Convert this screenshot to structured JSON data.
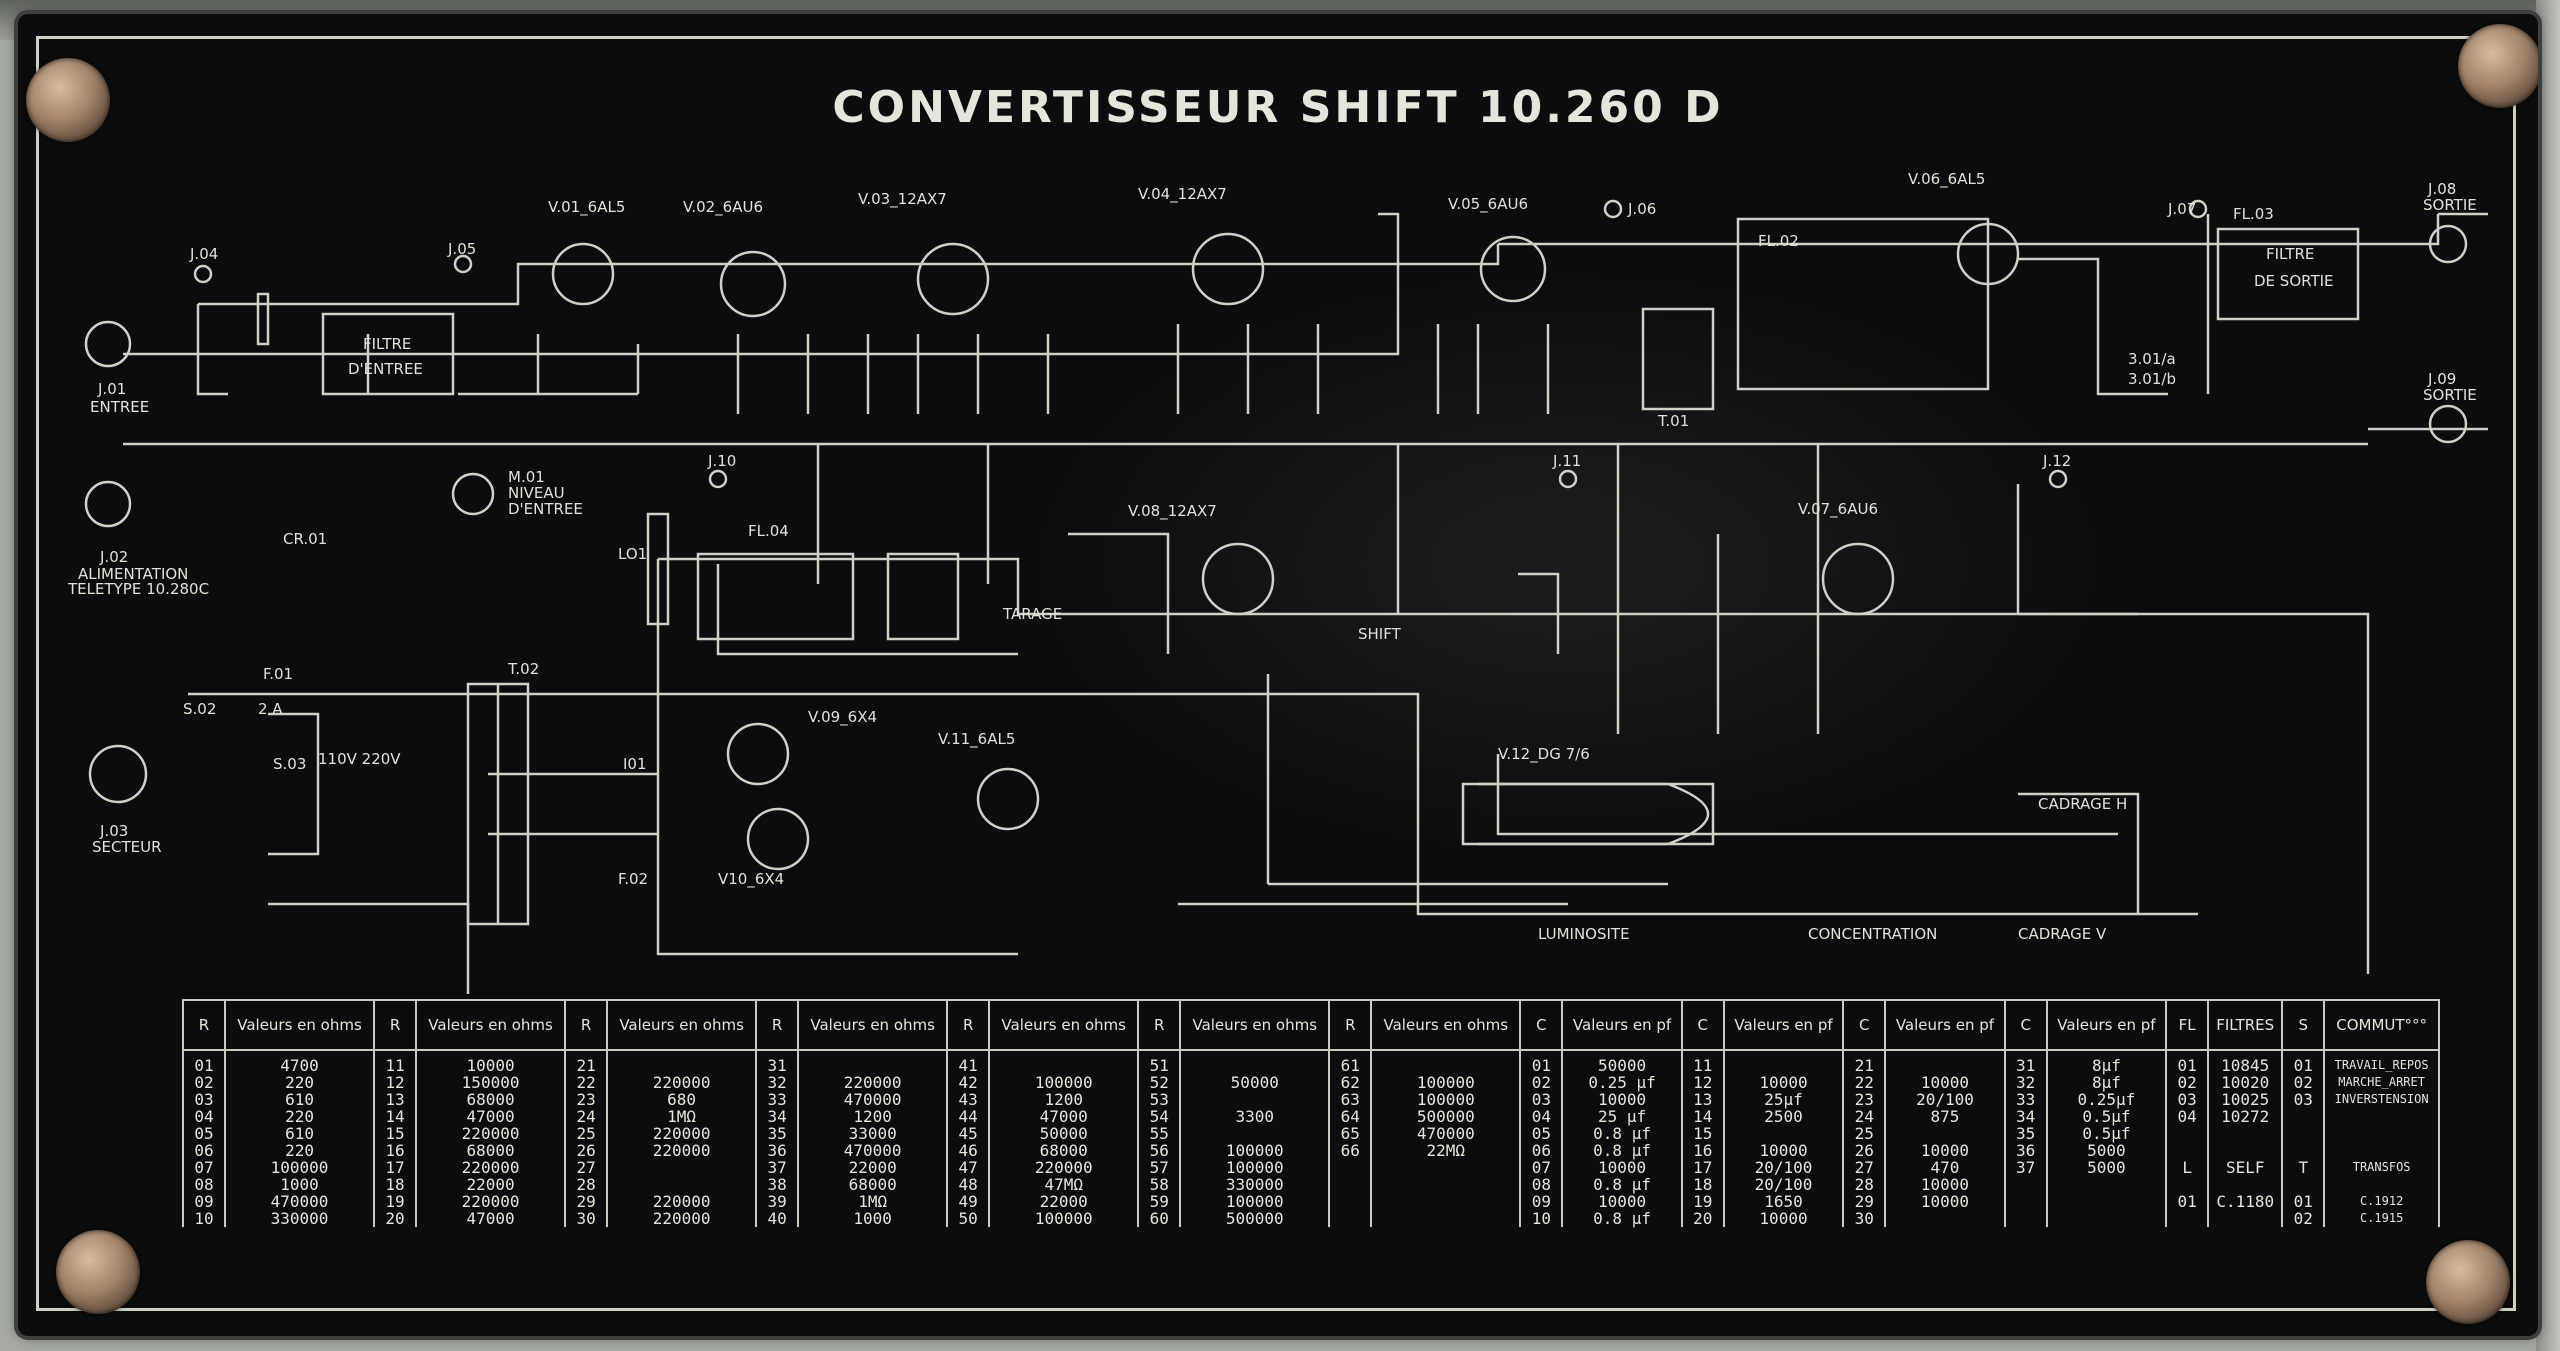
{
  "title": "CONVERTISSEUR SHIFT 10.260 D",
  "components": {
    "j01": "J.01",
    "j01_sub": "ENTREE",
    "j02": "J.02",
    "j02_sub1": "ALIMENTATION",
    "j02_sub2": "TELETYPE 10.280C",
    "j03": "J.03",
    "j03_sub": "SECTEUR",
    "j04": "J.04",
    "j05": "J.05",
    "j06": "J.06",
    "j07": "J.07",
    "j08": "J.08",
    "j08_sub": "SORTIE",
    "j09": "J.09",
    "j09_sub": "SORTIE",
    "j10": "J.10",
    "j11": "J.11",
    "j12": "J.12",
    "v01": "V.01_6AL5",
    "v02": "V.02_6AU6",
    "v03": "V.03_12AX7",
    "v04": "V.04_12AX7",
    "v05": "V.05_6AU6",
    "v06": "V.06_6AL5",
    "v07": "V.07_6AU6",
    "v08": "V.08_12AX7",
    "v09": "V.09_6X4",
    "v10": "V10_6X4",
    "v11": "V.11_6AL5",
    "v12": "V.12_DG 7/6",
    "filtre_entree_1": "FILTRE",
    "filtre_entree_2": "D'ENTREE",
    "filtre_sortie_1": "FILTRE",
    "filtre_sortie_2": "DE SORTIE",
    "fl02": "FL.02",
    "fl03": "FL.03",
    "fl04": "FL.04",
    "m01_1": "M.01",
    "m01_2": "NIVEAU",
    "m01_3": "D'ENTREE",
    "cr01": "CR.01",
    "lo1": "LO1",
    "t01": "T.01",
    "t02": "T.02",
    "f01": "F.01",
    "f01_val": "2 A",
    "f02": "F.02",
    "s02": "S.02",
    "s03": "S.03",
    "mains": "110V 220V",
    "i01": "I01",
    "tarage": "TARAGE",
    "shift": "SHIFT",
    "luminosite": "LUMINOSITE",
    "concentration": "CONCENTRATION",
    "cadrage_h": "CADRAGE H",
    "cadrage_v": "CADRAGE V",
    "s01": "3.01/a",
    "s01b": "3.01/b"
  },
  "table": {
    "headers": [
      {
        "k": "R",
        "v": "Valeurs en ohms"
      },
      {
        "k": "R",
        "v": "Valeurs en ohms"
      },
      {
        "k": "R",
        "v": "Valeurs en ohms"
      },
      {
        "k": "R",
        "v": "Valeurs en ohms"
      },
      {
        "k": "R",
        "v": "Valeurs en ohms"
      },
      {
        "k": "R",
        "v": "Valeurs en ohms"
      },
      {
        "k": "R",
        "v": "Valeurs en ohms"
      },
      {
        "k": "C",
        "v": "Valeurs en pf"
      },
      {
        "k": "C",
        "v": "Valeurs en pf"
      },
      {
        "k": "C",
        "v": "Valeurs en pf"
      },
      {
        "k": "C",
        "v": "Valeurs en pf"
      }
    ],
    "extra_headers": [
      "FL",
      "FILTRES",
      "S",
      "COMMUT°°°"
    ],
    "rows": [
      [
        [
          "01",
          "4700"
        ],
        [
          "11",
          "10000"
        ],
        [
          "21",
          ""
        ],
        [
          "31",
          ""
        ],
        [
          "41",
          ""
        ],
        [
          "51",
          ""
        ],
        [
          "61",
          ""
        ],
        [
          "01",
          "50000"
        ],
        [
          "11",
          ""
        ],
        [
          "21",
          ""
        ],
        [
          "31",
          "8µf"
        ],
        [
          "01",
          "10845",
          "01",
          "TRAVAIL_REPOS"
        ]
      ],
      [
        [
          "02",
          "220"
        ],
        [
          "12",
          "150000"
        ],
        [
          "22",
          "220000"
        ],
        [
          "32",
          "220000"
        ],
        [
          "42",
          "100000"
        ],
        [
          "52",
          "50000"
        ],
        [
          "62",
          "100000"
        ],
        [
          "02",
          "0.25 µf"
        ],
        [
          "12",
          "10000"
        ],
        [
          "22",
          "10000"
        ],
        [
          "32",
          "8µf"
        ],
        [
          "02",
          "10020",
          "02",
          "MARCHE_ARRET"
        ]
      ],
      [
        [
          "03",
          "610"
        ],
        [
          "13",
          "68000"
        ],
        [
          "23",
          "680"
        ],
        [
          "33",
          "470000"
        ],
        [
          "43",
          "1200"
        ],
        [
          "53",
          ""
        ],
        [
          "63",
          "100000"
        ],
        [
          "03",
          "10000"
        ],
        [
          "13",
          "25µf"
        ],
        [
          "23",
          "20/100"
        ],
        [
          "33",
          "0.25µf"
        ],
        [
          "03",
          "10025",
          "03",
          "INVERSTENSION"
        ]
      ],
      [
        [
          "04",
          "220"
        ],
        [
          "14",
          "47000"
        ],
        [
          "24",
          "1MΩ"
        ],
        [
          "34",
          "1200"
        ],
        [
          "44",
          "47000"
        ],
        [
          "54",
          "3300"
        ],
        [
          "64",
          "500000"
        ],
        [
          "04",
          "25 µf"
        ],
        [
          "14",
          "2500"
        ],
        [
          "24",
          "875"
        ],
        [
          "34",
          "0.5µf"
        ],
        [
          "04",
          "10272",
          "",
          ""
        ]
      ],
      [
        [
          "05",
          "610"
        ],
        [
          "15",
          "220000"
        ],
        [
          "25",
          "220000"
        ],
        [
          "35",
          "33000"
        ],
        [
          "45",
          "50000"
        ],
        [
          "55",
          ""
        ],
        [
          "65",
          "470000"
        ],
        [
          "05",
          "0.8 µf"
        ],
        [
          "15",
          ""
        ],
        [
          "25",
          ""
        ],
        [
          "35",
          "0.5µf"
        ],
        [
          "",
          "",
          "",
          ""
        ]
      ],
      [
        [
          "06",
          "220"
        ],
        [
          "16",
          "68000"
        ],
        [
          "26",
          "220000"
        ],
        [
          "36",
          "470000"
        ],
        [
          "46",
          "68000"
        ],
        [
          "56",
          "100000"
        ],
        [
          "66",
          "22MΩ"
        ],
        [
          "06",
          "0.8 µf"
        ],
        [
          "16",
          "10000"
        ],
        [
          "26",
          "10000"
        ],
        [
          "36",
          "5000"
        ],
        [
          "",
          "",
          "",
          ""
        ]
      ],
      [
        [
          "07",
          "100000"
        ],
        [
          "17",
          "220000"
        ],
        [
          "27",
          ""
        ],
        [
          "37",
          "22000"
        ],
        [
          "47",
          "220000"
        ],
        [
          "57",
          "100000"
        ],
        [
          "",
          ""
        ],
        [
          "07",
          "10000"
        ],
        [
          "17",
          "20/100"
        ],
        [
          "27",
          "470"
        ],
        [
          "37",
          "5000"
        ],
        [
          "L",
          "SELF",
          "T",
          "TRANSFOS"
        ]
      ],
      [
        [
          "08",
          "1000"
        ],
        [
          "18",
          "22000"
        ],
        [
          "28",
          ""
        ],
        [
          "38",
          "68000"
        ],
        [
          "48",
          "47MΩ"
        ],
        [
          "58",
          "330000"
        ],
        [
          "",
          ""
        ],
        [
          "08",
          "0.8 µf"
        ],
        [
          "18",
          "20/100"
        ],
        [
          "28",
          "10000"
        ],
        [
          "",
          ""
        ],
        [
          "",
          "",
          "",
          ""
        ]
      ],
      [
        [
          "09",
          "470000"
        ],
        [
          "19",
          "220000"
        ],
        [
          "29",
          "220000"
        ],
        [
          "39",
          "1MΩ"
        ],
        [
          "49",
          "22000"
        ],
        [
          "59",
          "100000"
        ],
        [
          "",
          ""
        ],
        [
          "09",
          "10000"
        ],
        [
          "19",
          "1650"
        ],
        [
          "29",
          "10000"
        ],
        [
          "",
          ""
        ],
        [
          "01",
          "C.1180",
          "01",
          "C.1912"
        ]
      ],
      [
        [
          "10",
          "330000"
        ],
        [
          "20",
          "47000"
        ],
        [
          "30",
          "220000"
        ],
        [
          "40",
          "1000"
        ],
        [
          "50",
          "100000"
        ],
        [
          "60",
          "500000"
        ],
        [
          "",
          ""
        ],
        [
          "10",
          "0.8 µf"
        ],
        [
          "20",
          "10000"
        ],
        [
          "30",
          ""
        ],
        [
          "",
          ""
        ],
        [
          "",
          "",
          "02",
          "C.1915"
        ]
      ]
    ]
  }
}
